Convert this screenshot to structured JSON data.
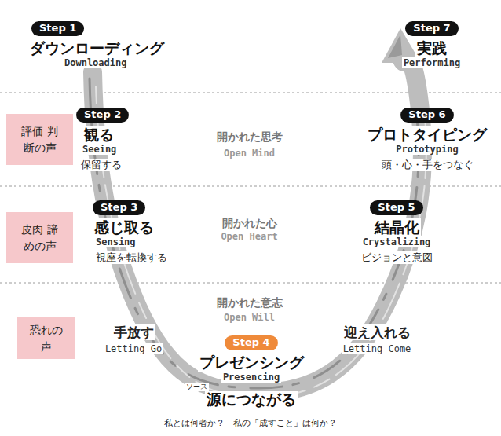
{
  "diagram": {
    "caption": "私とは何者か？　私の「成すこと」は何か？",
    "nodes": [
      {
        "text": [
          "Step 1",
          "ダウンローディング",
          "Downloading"
        ]
      },
      {
        "text": [
          "Step 7",
          "実践",
          "Performing"
        ]
      },
      {
        "text": [
          "評価 判断の声"
        ]
      },
      {
        "text": [
          "Step 2",
          "観る",
          "Seeing",
          "保留する"
        ]
      },
      {
        "text": [
          "Step 6",
          "プロトタイピング",
          "Prototyping",
          "頭・心・手をつなぐ"
        ]
      },
      {
        "text": [
          "皮肉 諦めの声"
        ]
      },
      {
        "text": [
          "Step 3",
          "感じ取る",
          "Sensing",
          "視座を転換する"
        ]
      },
      {
        "text": [
          "Step 5",
          "結晶化",
          "Crystalizing",
          "ビジョンと意図"
        ]
      },
      {
        "text": [
          "恐れの声"
        ]
      },
      {
        "text": [
          "Step 4",
          "プレゼンシング",
          "Presencing",
          "ソース",
          "源につながる"
        ]
      }
    ],
    "labels": [
      "開かれた思考",
      "Open Mind",
      "開かれた心",
      "Open Heart",
      "開かれた意志",
      "Open Will",
      "手放す",
      "Letting Go",
      "迎え入れる",
      "Letting Come"
    ]
  }
}
